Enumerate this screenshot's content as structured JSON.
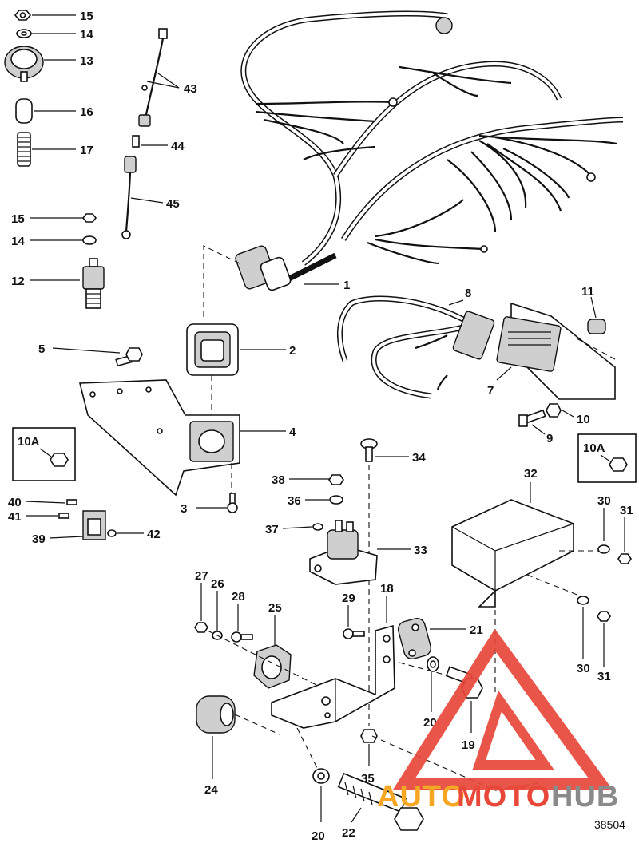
{
  "diagram": {
    "figure_number": "38504",
    "callouts": {
      "c15a": "15",
      "c14a": "14",
      "c13": "13",
      "c16": "16",
      "c17": "17",
      "c15b": "15",
      "c14b": "14",
      "c12": "12",
      "c43": "43",
      "c44": "44",
      "c45": "45",
      "c1": "1",
      "c2": "2",
      "c3": "3",
      "c4": "4",
      "c5": "5",
      "c10a_left": "10A",
      "c40": "40",
      "c41": "41",
      "c39": "39",
      "c42": "42",
      "c8": "8",
      "c11": "11",
      "c7": "7",
      "c10": "10",
      "c9": "9",
      "c10a_right": "10A",
      "c34": "34",
      "c38": "38",
      "c36": "36",
      "c37": "37",
      "c33": "33",
      "c32": "32",
      "c30a": "30",
      "c31a": "31",
      "c30b": "30",
      "c31b": "31",
      "c27": "27",
      "c26": "26",
      "c28": "28",
      "c25": "25",
      "c29": "29",
      "c18": "18",
      "c21": "21",
      "c20a": "20",
      "c19": "19",
      "c24": "24",
      "c35": "35",
      "c22": "22",
      "c20b": "20"
    }
  },
  "watermark": {
    "brand_part1": "AUTO",
    "brand_part2": "MOTO",
    "brand_part3": "HUB",
    "color_red": "#e8483a",
    "color_orange": "#f5a623",
    "color_gray": "#8a8a8a"
  }
}
